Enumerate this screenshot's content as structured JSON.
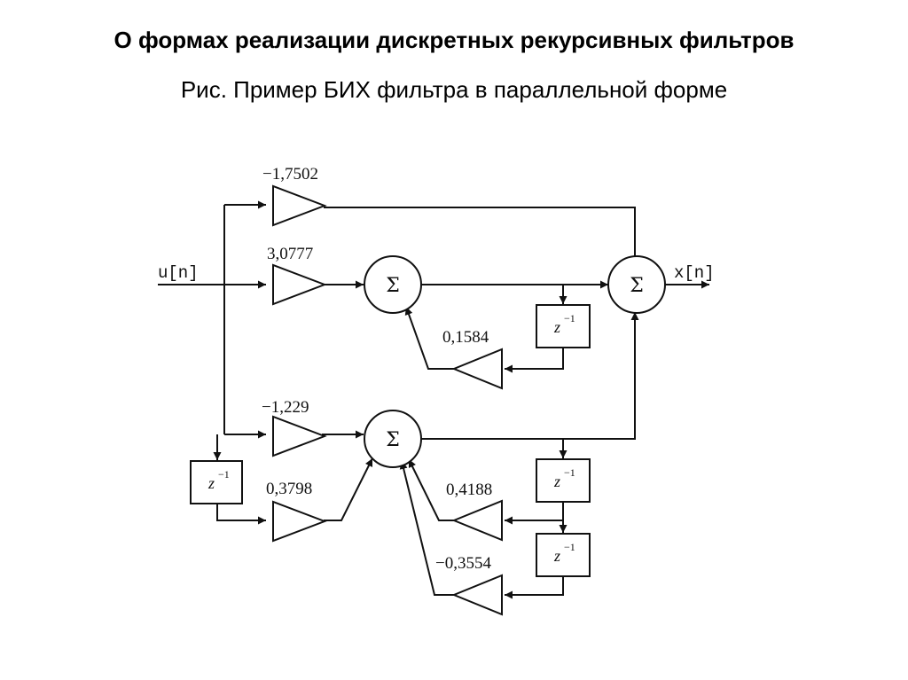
{
  "header": {
    "title": "О формах реализации дискретных рекурсивных фильтров",
    "subtitle": "Рис. Пример БИХ фильтра в параллельной форме"
  },
  "diagram": {
    "input_label": "u[n]",
    "output_label": "x[n]",
    "gains": {
      "direct": "−1,7502",
      "branch1_in": "3,0777",
      "branch1_fb": "0,1584",
      "branch2_in": "−1,229",
      "branch2_delayed": "0,3798",
      "branch2_fb1": "0,4188",
      "branch2_fb2": "−0,3554"
    },
    "sum_symbol": "Σ",
    "delay": {
      "base": "z",
      "exp": "−1"
    }
  }
}
